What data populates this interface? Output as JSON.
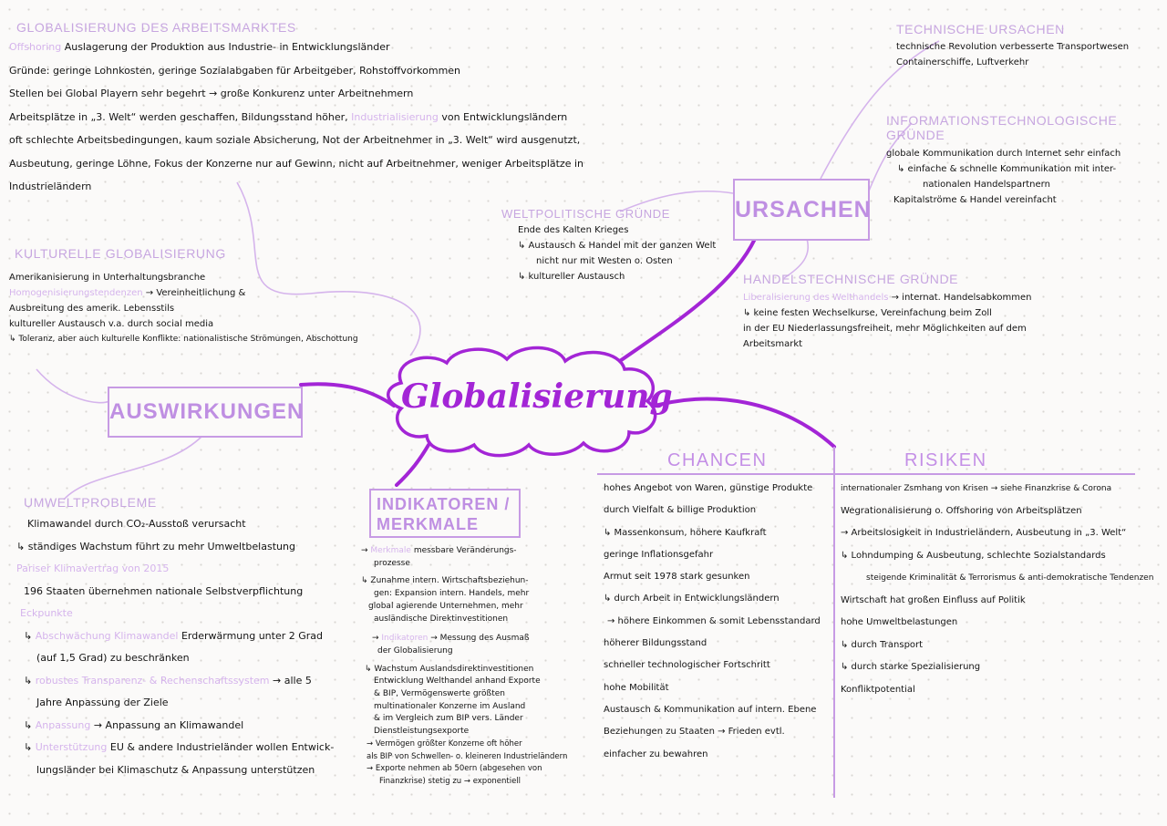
{
  "center": {
    "title": "Globalisierung"
  },
  "ursachen": {
    "title": "URSACHEN",
    "technische": {
      "heading": "TECHNISCHE URSACHEN",
      "lines": [
        "technische Revolution verbesserte Transportwesen",
        "Containerschiffe, Luftverkehr"
      ]
    },
    "informationstech": {
      "heading": "INFORMATIONSTECHNOLOGISCHE GRÜNDE",
      "line1": "globale Kommunikation durch Internet sehr einfach",
      "line2": "↳ einfache & schnelle Kommunikation mit inter-",
      "line3": "nationalen Handelspartnern",
      "line4": "Kapitalströme & Handel vereinfacht"
    },
    "weltpolitisch": {
      "heading": "WELTPOLITISCHE GRÜNDE",
      "line1": "Ende des Kalten Krieges",
      "line2": "↳ Austausch & Handel mit der ganzen Welt",
      "line3": "nicht nur mit Westen o. Osten",
      "line4": "↳ kultureller Austausch"
    },
    "handelstech": {
      "heading": "HANDELSTECHNISCHE GRÜNDE",
      "highlight": "Liberalisierung des Welthandels",
      "line1_rest": " → internat. Handelsabkommen",
      "line2": "↳ keine festen Wechselkurse, Vereinfachung beim Zoll",
      "line3": "in der EU Niederlassungsfreiheit, mehr Möglichkeiten auf dem",
      "line4": "Arbeitsmarkt"
    }
  },
  "auswirkungen": {
    "title": "AUSWIRKUNGEN",
    "arbeitsmarkt": {
      "heading": "GLOBALISIERUNG DES ARBEITSMARKTES",
      "l1_hl": "Offshoring",
      "l1_rest": " Auslagerung der Produktion aus Industrie- in Entwicklungsländer",
      "l2": "Gründe: geringe Lohnkosten, geringe Sozialabgaben für Arbeitgeber, Rohstoffvorkommen",
      "l3": "Stellen bei Global Playern sehr begehrt → große Konkurenz unter Arbeitnehmern",
      "l4_a": "Arbeitsplätze in „3. Welt“ werden geschaffen, Bildungsstand höher, ",
      "l4_hl": "Industrialisierung",
      "l4_b": " von Entwicklungsländern",
      "l5": "oft schlechte Arbeitsbedingungen, kaum soziale Absicherung, Not der Arbeitnehmer in „3. Welt“ wird ausgenutzt,",
      "l6": "Ausbeutung, geringe Löhne, Fokus der Konzerne nur auf Gewinn, nicht auf Arbeitnehmer, weniger Arbeitsplätze in",
      "l7": "Industrieländern"
    },
    "kulturell": {
      "heading": "KULTURELLE GLOBALISIERUNG",
      "l1": "Amerikanisierung in Unterhaltungsbranche",
      "l2_hl": "Homogenisierungstendenzen",
      "l2_rest": " → Vereinheitlichung &",
      "l3": "Ausbreitung des amerik. Lebensstils",
      "l4": "kultureller Austausch v.a. durch social media",
      "l5": "↳ Toleranz, aber auch kulturelle Konflikte: nationalistische Strömungen, Abschottung"
    },
    "umwelt": {
      "heading": "UMWELTPROBLEME",
      "l1": "Klimawandel durch CO₂-Ausstoß verursacht",
      "l2": "↳ ständiges Wachstum führt zu mehr Umweltbelastung",
      "l3_hl": "Pariser Klimavertrag von 2015",
      "l4": "196 Staaten übernehmen nationale Selbstverpflichtung",
      "l5_hl": "Eckpunkte",
      "l6_arrow": "↳ ",
      "l6_hl": "Abschwächung Klimawandel",
      "l6_rest": " Erderwärmung unter 2 Grad",
      "l7": "(auf 1,5 Grad) zu beschränken",
      "l8_arrow": "↳ ",
      "l8_hl": "robustes Transparenz- & Rechenschaftssystem",
      "l8_rest": " → alle 5",
      "l9": "Jahre Anpassung der Ziele",
      "l10_arrow": "↳ ",
      "l10_hl": "Anpassung",
      "l10_rest": " → Anpassung an Klimawandel",
      "l11_arrow": "↳ ",
      "l11_hl": "Unterstützung",
      "l11_rest": " EU & andere Industrieländer wollen Entwick-",
      "l12": "lungsländer bei Klimaschutz & Anpassung unterstützen"
    }
  },
  "indikatoren": {
    "title1": "INDIKATOREN /",
    "title2": "MERKMALE",
    "l1_arrow": "→ ",
    "l1_hl": "Merkmale",
    "l1_rest": " messbare Veränderungs-",
    "l2": "prozesse",
    "l3": "↳ Zunahme intern. Wirtschaftsbeziehun-",
    "l4": "gen: Expansion intern. Handels, mehr",
    "l5": "global agierende Unternehmen, mehr",
    "l6": "ausländische Direktinvestitionen",
    "l7_arrow": "→ ",
    "l7_hl": "Indikatoren",
    "l7_rest": " → Messung des Ausmaß",
    "l8": "der Globalisierung",
    "l9": "↳ Wachstum Auslandsdirektinvestitionen",
    "l10": "Entwicklung Welthandel anhand Exporte",
    "l11": "& BIP, Vermögenswerte größten",
    "l12": "multinationaler Konzerne im Ausland",
    "l13": "& im Vergleich zum BIP vers. Länder",
    "l14": "Dienstleistungsexporte",
    "l15": "→ Vermögen größter Konzerne oft höher",
    "l16": "als BIP von Schwellen- o. kleineren Industrieländern",
    "l17": "→ Exporte nehmen ab 50ern (abgesehen von",
    "l18": "Finanzkrise) stetig zu → exponentiell"
  },
  "chancen": {
    "title": "CHANCEN",
    "items": [
      "hohes Angebot von Waren, günstige Produkte",
      "durch Vielfalt & billige Produktion",
      "↳ Massenkonsum, höhere Kaufkraft",
      "geringe Inflationsgefahr",
      "Armut seit 1978 stark gesunken",
      "↳ durch Arbeit in Entwicklungsländern",
      "→ höhere Einkommen & somit Lebensstandard",
      "höherer Bildungsstand",
      "schneller technologischer Fortschritt",
      "hohe Mobilität",
      "Austausch & Kommunikation auf intern. Ebene",
      "Beziehungen zu Staaten → Frieden evtl.",
      "einfacher zu bewahren"
    ]
  },
  "risiken": {
    "title": "RISIKEN",
    "items": [
      "internationaler Zsmhang von Krisen → siehe Finanzkrise & Corona",
      "Wegrationalisierung o. Offshoring von Arbeitsplätzen",
      "→ Arbeitslosigkeit in Industrieländern, Ausbeutung in „3. Welt“",
      "↳ Lohndumping & Ausbeutung, schlechte Sozialstandards",
      "steigende Kriminalität & Terrorismus & anti-demokratische Tendenzen",
      "Wirtschaft hat großen Einfluss auf Politik",
      "hohe Umweltbelastungen",
      "↳ durch Transport",
      "↳ durch starke Spezialisierung",
      "Konfliktpotential"
    ]
  },
  "colors": {
    "accent": "#a325d6",
    "accent_light": "#d5b4ec",
    "box_border": "#c79be4"
  }
}
